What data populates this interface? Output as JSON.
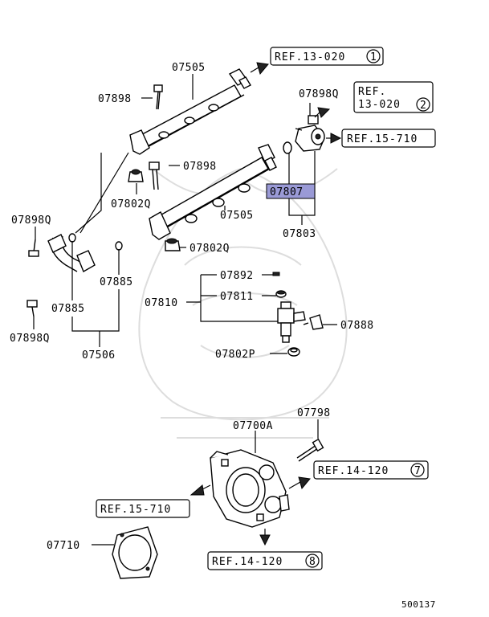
{
  "parts": {
    "p07505_top": "07505",
    "p07898_top": "07898",
    "p07898q_right": "07898Q",
    "p07898_mid": "07898",
    "p07802q_mid": "07802Q",
    "p07807": "07807",
    "p07505_mid": "07505",
    "p07803": "07803",
    "p07898q_left": "07898Q",
    "p07802q_low": "07802Q",
    "p07892": "07892",
    "p07885_right": "07885",
    "p07810": "07810",
    "p07811": "07811",
    "p07885_left": "07885",
    "p07888": "07888",
    "p07898q_bottom": "07898Q",
    "p07506": "07506",
    "p07802p": "07802P",
    "p07798": "07798",
    "p07700a": "07700A",
    "p07710": "07710"
  },
  "refs": {
    "ref1": {
      "text": "REF.13-020",
      "num": "1"
    },
    "ref2_line1": "REF.",
    "ref2": {
      "text": "13-020",
      "num": "2"
    },
    "ref3": {
      "text": "REF.15-710"
    },
    "ref4": {
      "text": "REF.14-120",
      "num": "7"
    },
    "ref5": {
      "text": "REF.15-710"
    },
    "ref6": {
      "text": "REF.14-120",
      "num": "8"
    }
  },
  "diagram_code": "500137",
  "colors": {
    "highlight": "#9a9ad6"
  }
}
